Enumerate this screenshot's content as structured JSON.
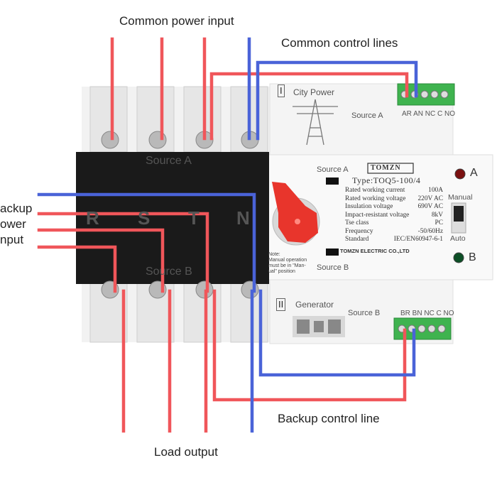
{
  "labels": {
    "common_power_input": "Common power input",
    "common_control_lines": "Common control lines",
    "backup_power_input": "ackup\nower\nnput",
    "backup_control_line": "Backup control line",
    "load_output": "Load output"
  },
  "device": {
    "source_a_block": "Source A",
    "source_b_block": "Source B",
    "phases": [
      "R",
      "S",
      "T",
      "N"
    ],
    "city_power": "City Power",
    "generator": "Generator",
    "roman_1": "I",
    "roman_2": "II",
    "panel_source_a": "Source A",
    "panel_source_b": "Source B",
    "terminal_a_source": "Source A",
    "terminal_b_source": "Source B",
    "terminal_a_pins": "AR AN NC C NO",
    "terminal_b_pins": "BR BN NC C NO",
    "brand": "TOMZN",
    "type": "Type:TOQ5-100/4",
    "specs": [
      {
        "k": "Rated working current",
        "v": "100A"
      },
      {
        "k": "Rated working voltage",
        "v": "220V AC"
      },
      {
        "k": "Insulation voltage",
        "v": "690V AC"
      },
      {
        "k": "Impact-resistant voltage",
        "v": "8kV"
      },
      {
        "k": "Tse class",
        "v": "PC"
      },
      {
        "k": "Frequency",
        "v": "-50/60Hz"
      },
      {
        "k": "Standard",
        "v": "IEC/EN60947-6-1"
      }
    ],
    "maker": "TOMZN ELECTRIC CO.,LTD",
    "manual": "Manual",
    "auto": "Auto",
    "led_a": "A",
    "led_b": "B",
    "note": "Note:\nManual operation\nmust be in \"Man-\nual\" position"
  },
  "colors": {
    "red_wire": "#f0565a",
    "blue_wire": "#4a63d8",
    "black_block": "#1a1a1a",
    "knob": "#e8352c",
    "terminal_green": "#3fb34f"
  }
}
